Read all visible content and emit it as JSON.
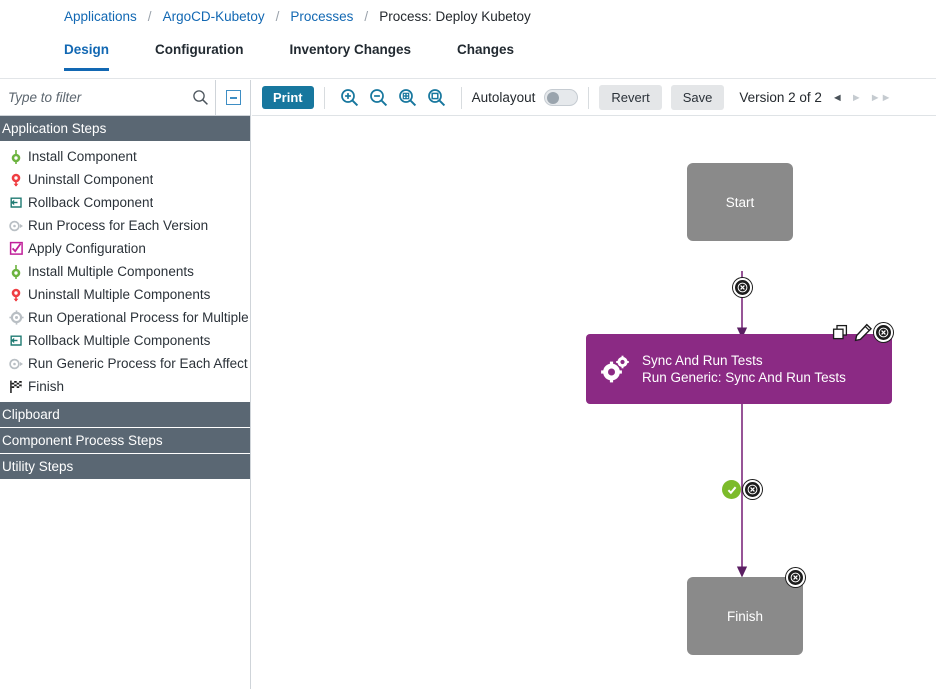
{
  "breadcrumb": {
    "items": [
      {
        "label": "Applications",
        "link": true
      },
      {
        "label": "ArgoCD-Kubetoy",
        "link": true
      },
      {
        "label": "Processes",
        "link": true
      },
      {
        "label": "Process: Deploy Kubetoy",
        "link": false
      }
    ],
    "separator": "/"
  },
  "tabs": [
    {
      "label": "Design",
      "active": true
    },
    {
      "label": "Configuration",
      "active": false
    },
    {
      "label": "Inventory Changes",
      "active": false
    },
    {
      "label": "Changes",
      "active": false
    }
  ],
  "sidebar": {
    "filter": {
      "placeholder": "Type to filter",
      "value": "",
      "search_icon": "search-icon"
    },
    "collapse_icon": "collapse-panel-icon",
    "sections": [
      {
        "title": "Application Steps",
        "expanded": true,
        "items": [
          {
            "label": "Install Component",
            "icon": "install-component-icon"
          },
          {
            "label": "Uninstall Component",
            "icon": "uninstall-component-icon"
          },
          {
            "label": "Rollback Component",
            "icon": "rollback-component-icon"
          },
          {
            "label": "Run Process for Each Version",
            "icon": "run-process-each-version-icon"
          },
          {
            "label": "Apply Configuration",
            "icon": "apply-configuration-icon"
          },
          {
            "label": "Install Multiple Components",
            "icon": "install-multiple-components-icon"
          },
          {
            "label": "Uninstall Multiple Components",
            "icon": "uninstall-multiple-components-icon"
          },
          {
            "label": "Run Operational Process for Multiple",
            "icon": "run-operational-process-icon"
          },
          {
            "label": "Rollback Multiple Components",
            "icon": "rollback-multiple-components-icon"
          },
          {
            "label": "Run Generic Process for Each Affect",
            "icon": "run-generic-process-icon"
          },
          {
            "label": "Finish",
            "icon": "finish-flag-icon"
          }
        ]
      },
      {
        "title": "Clipboard",
        "expanded": false,
        "items": []
      },
      {
        "title": "Component Process Steps",
        "expanded": false,
        "items": []
      },
      {
        "title": "Utility Steps",
        "expanded": false,
        "items": []
      }
    ]
  },
  "toolbar": {
    "print_label": "Print",
    "zoom_in_icon": "zoom-in-icon",
    "zoom_out_icon": "zoom-out-icon",
    "zoom_fit_icon": "zoom-fit-icon",
    "zoom_actual_icon": "zoom-actual-size-icon",
    "autolayout_label": "Autolayout",
    "autolayout_on": false,
    "revert_label": "Revert",
    "save_label": "Save",
    "version_label": "Version 2 of 2",
    "prev_arrow": "◄",
    "next_arrow": "►",
    "last_arrow": "►►"
  },
  "diagram": {
    "nodes": [
      {
        "id": "start",
        "label": "Start",
        "type": "terminal"
      },
      {
        "id": "sync-and-run-tests",
        "type": "task",
        "title": "Sync And Run Tests",
        "subtitle": "Run Generic: Sync And Run Tests",
        "icon": "gears-icon",
        "actions": [
          "copy-step-icon",
          "edit-step-icon",
          "delete-step-icon"
        ]
      },
      {
        "id": "finish",
        "label": "Finish",
        "type": "terminal",
        "actions": [
          "delete-step-icon"
        ]
      }
    ],
    "edges": [
      {
        "from": "start",
        "to": "sync-and-run-tests",
        "badges": [
          "delete-link-icon"
        ]
      },
      {
        "from": "sync-and-run-tests",
        "to": "finish",
        "badges": [
          "success-condition-icon",
          "delete-link-icon"
        ]
      }
    ]
  },
  "colors": {
    "accent_blue": "#1268b3",
    "print_blue": "#17779e",
    "section_header": "#5a6773",
    "task_purple": "#8b2a84",
    "terminal_gray": "#8a8a8a",
    "edge_purple": "#7d2a7d",
    "success_green": "#7cbb2a"
  }
}
